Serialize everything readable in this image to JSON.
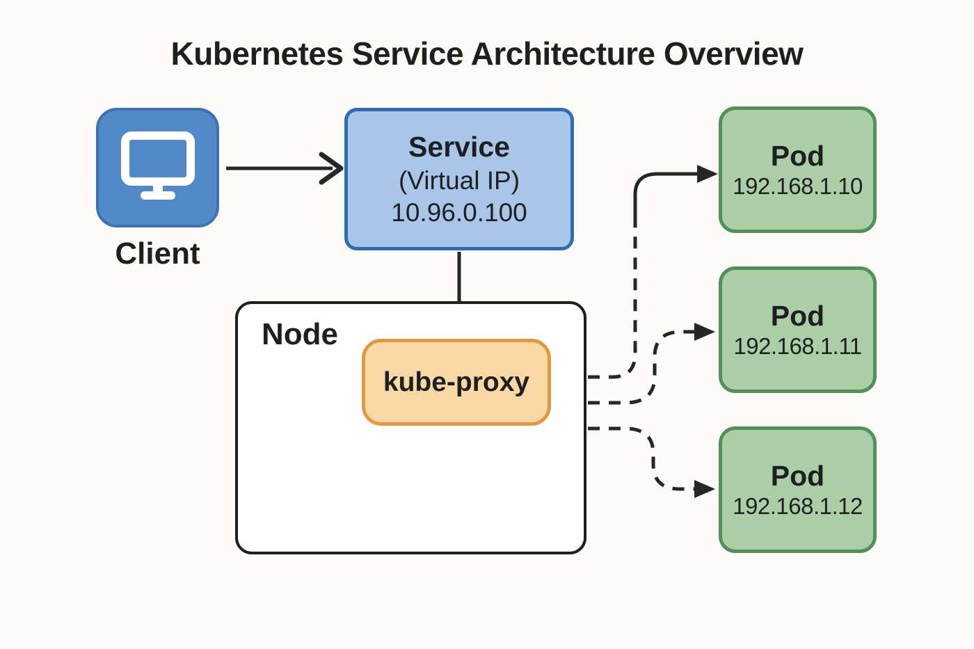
{
  "title": "Kubernetes Service Architecture Overview",
  "client": {
    "label": "Client",
    "icon": "monitor-icon"
  },
  "service": {
    "name": "Service",
    "subtitle": "(Virtual IP)",
    "ip": "10.96.0.100"
  },
  "node": {
    "label": "Node",
    "kube_proxy": {
      "label": "kube-proxy"
    }
  },
  "pods": [
    {
      "name": "Pod",
      "ip": "192.168.1.10"
    },
    {
      "name": "Pod",
      "ip": "192.168.1.11"
    },
    {
      "name": "Pod",
      "ip": "192.168.1.12"
    }
  ],
  "edges": [
    {
      "from": "client",
      "to": "service",
      "style": "solid"
    },
    {
      "from": "service",
      "to": "kube-proxy",
      "style": "solid"
    },
    {
      "from": "node-bottom",
      "to": "kube-proxy",
      "style": "dashed"
    },
    {
      "from": "kube-proxy",
      "to": "pod-192.168.1.10",
      "style": "dashed"
    },
    {
      "from": "kube-proxy",
      "to": "pod-192.168.1.11",
      "style": "dashed"
    },
    {
      "from": "kube-proxy",
      "to": "pod-192.168.1.12",
      "style": "dashed"
    }
  ],
  "colors": {
    "background": "#FCFBF7",
    "text": "#1D1F21",
    "client_fill": "#5289C8",
    "client_border": "#3C72B4",
    "service_fill": "#A9C6E9",
    "service_border": "#2E6DB4",
    "node_fill": "#FFFFFF",
    "node_border": "#1F1F1F",
    "kube_proxy_fill": "#F9D8A6",
    "kube_proxy_border": "#E2983F",
    "pod_fill": "#ABCEA6",
    "pod_border": "#4F9159",
    "arrow": "#262626"
  }
}
